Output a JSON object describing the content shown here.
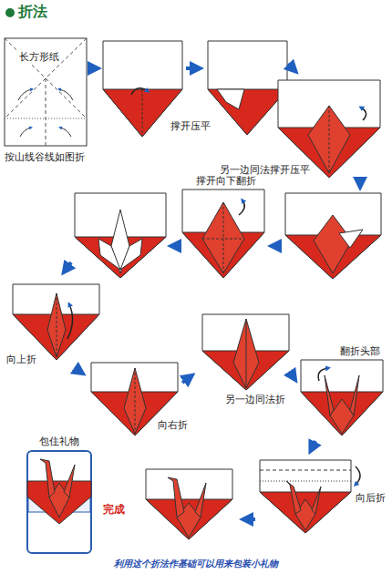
{
  "diagram": {
    "title": "折法",
    "caption": "利用这个折法作基础可以用来包装小礼物",
    "labels": [
      "长方形纸",
      "按山线谷线如图折",
      "撑开压平",
      "另一边同法撑开压平",
      "撑开向下翻折",
      "向上折",
      "向右折",
      "另一边同法折",
      "翻折头部",
      "向后折",
      "包住礼物",
      "完成"
    ]
  }
}
